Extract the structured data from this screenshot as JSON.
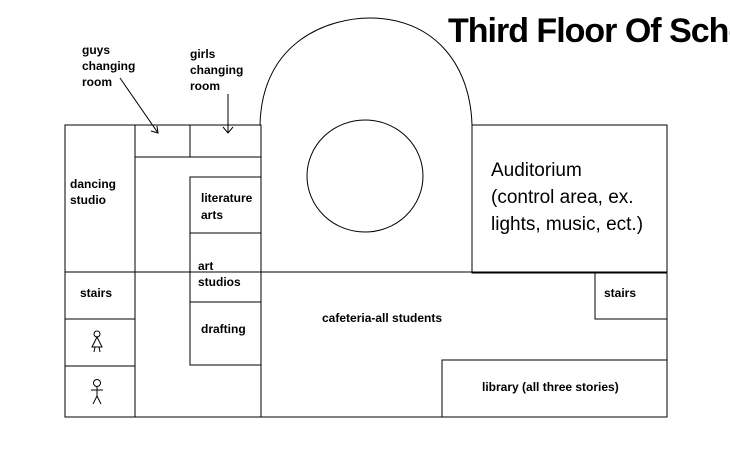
{
  "title": "Third Floor Of School",
  "labels": {
    "guys_changing": [
      "guys",
      "changing",
      "room"
    ],
    "girls_changing": [
      "girls",
      "changing",
      "room"
    ],
    "dancing_studio": [
      "dancing",
      "studio"
    ],
    "stairs_left": "stairs",
    "stairs_right": "stairs",
    "literature_arts": [
      "literature",
      "arts"
    ],
    "art_studios": [
      "art",
      "studios"
    ],
    "drafting": "drafting",
    "cafeteria": "cafeteria-all students",
    "library": "library (all three stories)",
    "auditorium": [
      "Auditorium",
      "(control area, ex.",
      "lights, music, ect.)"
    ]
  },
  "icons": {
    "womens_restroom": "female-figure-icon",
    "mens_restroom": "male-figure-icon"
  }
}
